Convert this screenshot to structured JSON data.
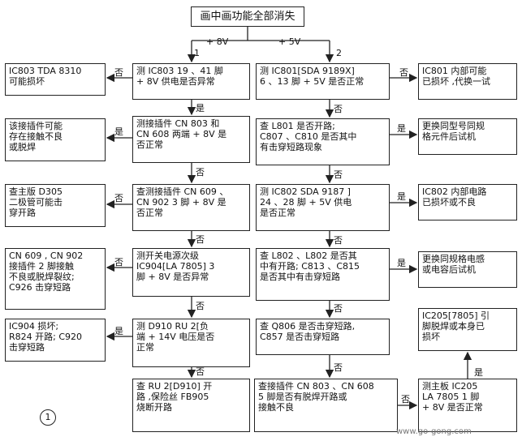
{
  "title": "画中画功能全部消失",
  "labels": {
    "branch_8v": "+ 8V",
    "branch_5v": "+ 5V",
    "num_1": "1",
    "num_2": "2",
    "yes": "是",
    "no": "否",
    "figure_number": "1",
    "watermark": "www.go-gong.com"
  },
  "nodes": {
    "l1": "IC803  TDA 8310\n可能损坏",
    "c1": "测 IC803  19 、41 脚\n+ 8V  供电是否异常",
    "l2": "该接插件可能\n存在接触不良\n或脱焊",
    "c2": "测接插件 CN 803 和\nCN 608 两端 + 8V 是\n否正常",
    "l3": "查主版 D305\n二极管可能击\n穿开路",
    "c3": "查测接插件 CN 609 、\nCN 902  3 脚 + 8V 是\n否正常",
    "l4": "CN 609 , CN 902\n接插件 2 脚接触\n不良或脱焊裂纹;\nC926 击穿短路",
    "c4": "测开关电源次级\nIC904[LA 7805] 3\n脚 + 8V 是否异常",
    "l5": "IC904 损坏;\nR824 开路;  C920\n击穿短路",
    "c5": "测 D910  RU 2[负\n端 + 14V 电压是否\n正常",
    "c6": "查 RU 2[D910] 开\n路 ,保险丝 FB905\n烧断开路",
    "r1": "测 IC801[SDA 9189X]\n6 、13 脚 + 5V 是否正常",
    "rr1": "IC801 内部可能\n已损坏 ,代换一试",
    "r2": "查 L801 是否开路;\nC807 、C810 是否其中\n有击穿短路现象",
    "rr2": "更换同型号同规\n格元件后试机",
    "r3": "测 IC802  SDA 9187 ]\n24 、28 脚 + 5V 供电\n是否正常",
    "rr3": "IC802 内部电路\n已损坏或不良",
    "r4": "查 L802 、L802 是否其\n中有开路;  C813 、C815\n是否其中有击穿短路",
    "rr4": "更换同规格电感\n或电容后试机",
    "r5": "查 Q806 是否击穿短路,\nC857 是否击穿短路",
    "r6": "查接插件 CN 803 、CN 608\n5 脚是否有脱焊开路或\n接触不良",
    "rr6": "测主板 IC205\nLA 7805  1 脚\n+ 8V  是否正常",
    "rr5": "IC205[7805] 引\n脚脱焊或本身已\n损坏"
  }
}
